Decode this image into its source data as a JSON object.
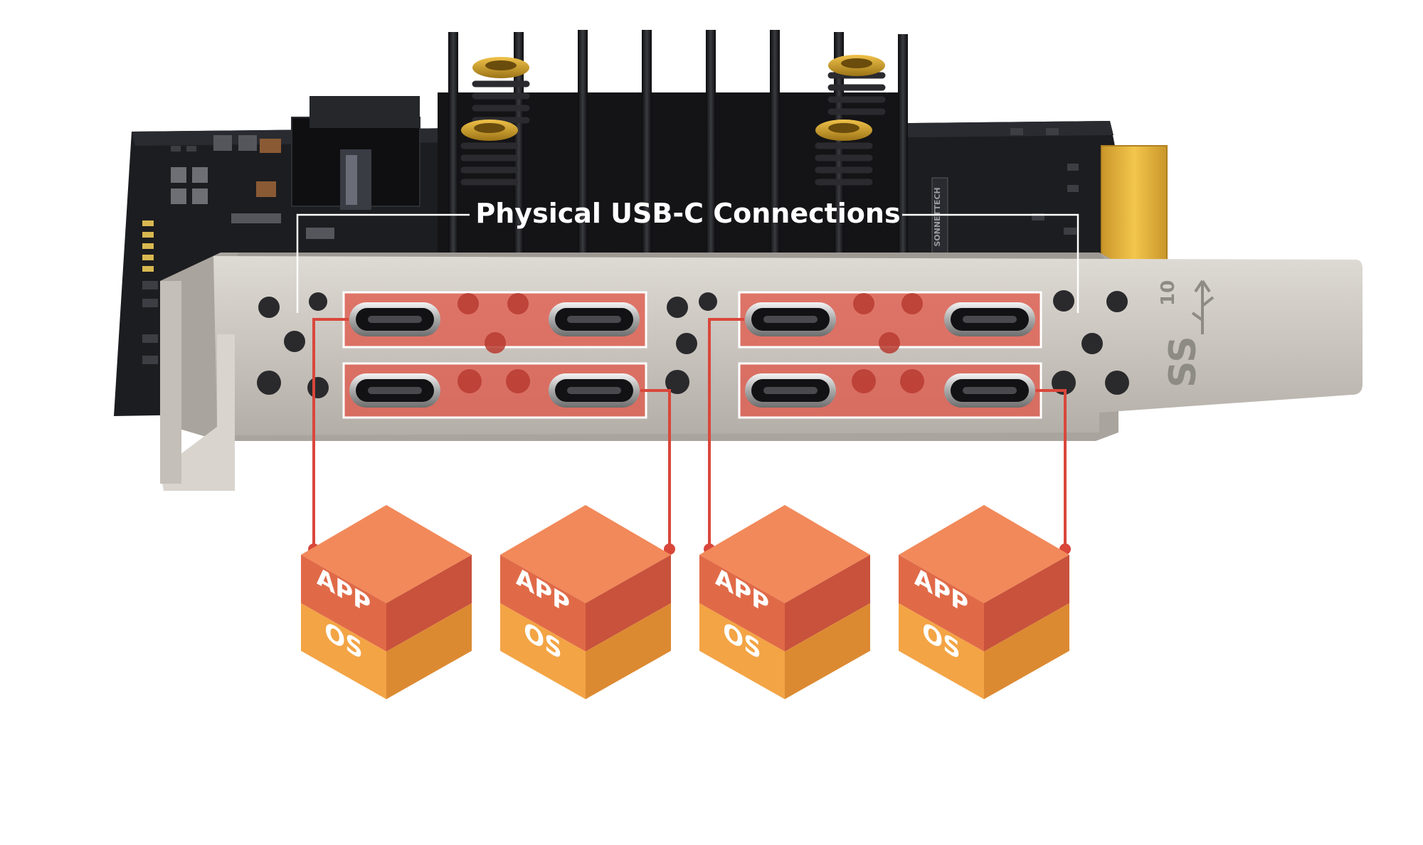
{
  "callout": {
    "title": "Physical USB-C Connections"
  },
  "bracket": {
    "speed_label": "10",
    "logo_label": "SS"
  },
  "board": {
    "brand": "SONNETTECH"
  },
  "stacks": [
    {
      "app": "APP",
      "os": "OS"
    },
    {
      "app": "APP",
      "os": "OS"
    },
    {
      "app": "APP",
      "os": "OS"
    },
    {
      "app": "APP",
      "os": "OS"
    }
  ],
  "colors": {
    "highlight": "#e05a4b",
    "connector_line": "#d9473b",
    "cube_top": "#f2895a",
    "cube_app_left": "#e06a48",
    "cube_app_right": "#c8523c",
    "cube_os_left": "#f3a445",
    "cube_os_right": "#dc8a32",
    "pcb": "#1c1d20",
    "bracket": "#c8c3bc",
    "gold": "#e6b43a"
  }
}
